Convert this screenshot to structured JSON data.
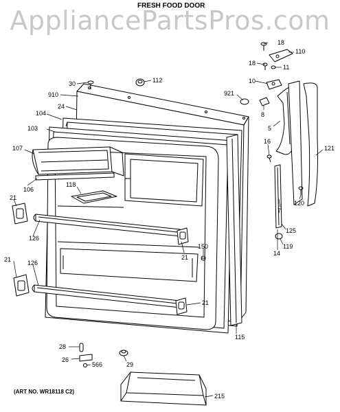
{
  "watermark": "AppliancePartsPros.com",
  "header": {
    "title": "FRESH FOOD DOOR",
    "left_fragment": "",
    "right_fragment": ""
  },
  "art_number": "(ART NO. WR18118 C2)",
  "callouts": [
    {
      "id": "c18a",
      "label": "18"
    },
    {
      "id": "c110",
      "label": "110"
    },
    {
      "id": "c18b",
      "label": "18"
    },
    {
      "id": "c11",
      "label": "11"
    },
    {
      "id": "c10",
      "label": "10"
    },
    {
      "id": "c921",
      "label": "921"
    },
    {
      "id": "c30",
      "label": "30"
    },
    {
      "id": "c112",
      "label": "112"
    },
    {
      "id": "c910",
      "label": "910"
    },
    {
      "id": "c24",
      "label": "24"
    },
    {
      "id": "c104",
      "label": "104"
    },
    {
      "id": "c103",
      "label": "103"
    },
    {
      "id": "c8",
      "label": "8"
    },
    {
      "id": "c5",
      "label": "5"
    },
    {
      "id": "c16",
      "label": "16"
    },
    {
      "id": "c121",
      "label": "121"
    },
    {
      "id": "c107",
      "label": "107"
    },
    {
      "id": "c106",
      "label": "106"
    },
    {
      "id": "c118",
      "label": "118"
    },
    {
      "id": "c21a",
      "label": "21"
    },
    {
      "id": "c126a",
      "label": "126"
    },
    {
      "id": "c21b",
      "label": "21"
    },
    {
      "id": "c150",
      "label": "150"
    },
    {
      "id": "c7",
      "label": "7"
    },
    {
      "id": "c120",
      "label": "120"
    },
    {
      "id": "c125",
      "label": "125"
    },
    {
      "id": "c119",
      "label": "119"
    },
    {
      "id": "c14",
      "label": "14"
    },
    {
      "id": "c21c",
      "label": "21"
    },
    {
      "id": "c126b",
      "label": "126"
    },
    {
      "id": "c21d",
      "label": "21"
    },
    {
      "id": "c115",
      "label": "115"
    },
    {
      "id": "c28",
      "label": "28"
    },
    {
      "id": "c26",
      "label": "26"
    },
    {
      "id": "c566",
      "label": "566"
    },
    {
      "id": "c29",
      "label": "29"
    },
    {
      "id": "c215",
      "label": "215"
    }
  ]
}
